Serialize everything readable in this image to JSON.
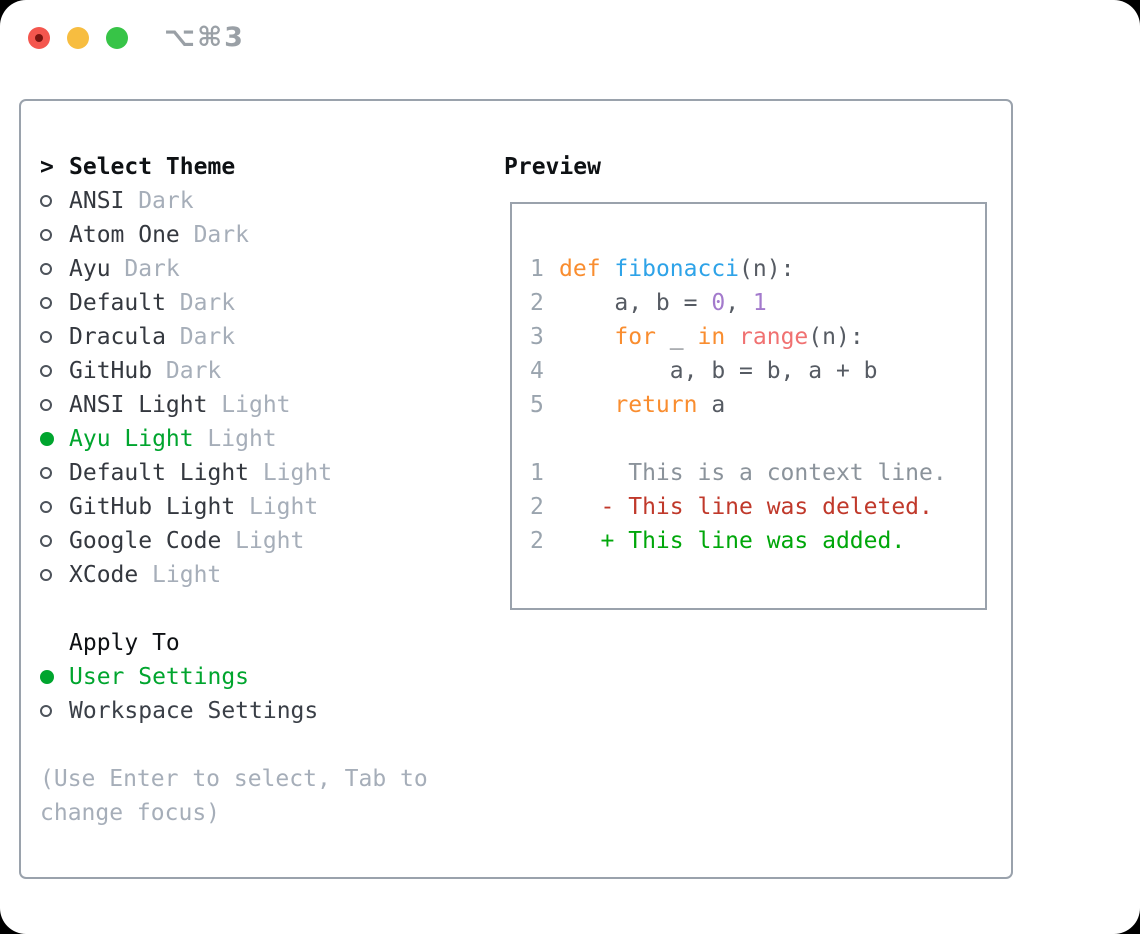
{
  "window": {
    "title": "⌥⌘3"
  },
  "titlebar_buttons": [
    {
      "name": "close",
      "color": "#f4564e",
      "inner_dot": true
    },
    {
      "name": "minimize",
      "color": "#f7bd40",
      "inner_dot": false
    },
    {
      "name": "zoom",
      "color": "#37c447",
      "inner_dot": false
    }
  ],
  "theme_list": {
    "marker": ">",
    "header": "Select Theme",
    "items": [
      {
        "name": "ANSI",
        "variant": "Dark",
        "selected": false
      },
      {
        "name": "Atom One",
        "variant": "Dark",
        "selected": false
      },
      {
        "name": "Ayu",
        "variant": "Dark",
        "selected": false
      },
      {
        "name": "Default",
        "variant": "Dark",
        "selected": false
      },
      {
        "name": "Dracula",
        "variant": "Dark",
        "selected": false
      },
      {
        "name": "GitHub",
        "variant": "Dark",
        "selected": false
      },
      {
        "name": "ANSI Light",
        "variant": "Light",
        "selected": false
      },
      {
        "name": "Ayu Light",
        "variant": "Light",
        "selected": true
      },
      {
        "name": "Default Light",
        "variant": "Light",
        "selected": false
      },
      {
        "name": "GitHub Light",
        "variant": "Light",
        "selected": false
      },
      {
        "name": "Google Code",
        "variant": "Light",
        "selected": false
      },
      {
        "name": "XCode",
        "variant": "Light",
        "selected": false
      }
    ]
  },
  "apply_to": {
    "header": "Apply To",
    "options": [
      {
        "label": "User Settings",
        "selected": true
      },
      {
        "label": "Workspace Settings",
        "selected": false
      }
    ]
  },
  "help_lines": [
    "(Use Enter to select, Tab to",
    "change focus)"
  ],
  "preview": {
    "header": "Preview",
    "lines": [
      {
        "num": "1",
        "tokens": [
          {
            "t": "def",
            "c": "keyword"
          },
          {
            "t": " ",
            "c": "plain"
          },
          {
            "t": "fibonacci",
            "c": "function"
          },
          {
            "t": "(n):",
            "c": "plain"
          }
        ]
      },
      {
        "num": "2",
        "tokens": [
          {
            "t": "    a, b = ",
            "c": "plain"
          },
          {
            "t": "0",
            "c": "number"
          },
          {
            "t": ", ",
            "c": "plain"
          },
          {
            "t": "1",
            "c": "number"
          }
        ]
      },
      {
        "num": "3",
        "tokens": [
          {
            "t": "    ",
            "c": "plain"
          },
          {
            "t": "for",
            "c": "keyword"
          },
          {
            "t": " _ ",
            "c": "plain"
          },
          {
            "t": "in",
            "c": "keyword"
          },
          {
            "t": " ",
            "c": "plain"
          },
          {
            "t": "range",
            "c": "call"
          },
          {
            "t": "(n):",
            "c": "plain"
          }
        ]
      },
      {
        "num": "4",
        "tokens": [
          {
            "t": "        a, b = b, a + b",
            "c": "plain"
          }
        ]
      },
      {
        "num": "5",
        "tokens": [
          {
            "t": "    ",
            "c": "plain"
          },
          {
            "t": "return",
            "c": "keyword"
          },
          {
            "t": " a",
            "c": "plain"
          }
        ]
      },
      {
        "num": "",
        "tokens": []
      },
      {
        "num": "1",
        "tokens": [
          {
            "t": "     This is a context line.",
            "c": "context"
          }
        ]
      },
      {
        "num": "2",
        "tokens": [
          {
            "t": "   ",
            "c": "plain"
          },
          {
            "t": "- This line was deleted.",
            "c": "deleted"
          }
        ]
      },
      {
        "num": "2",
        "tokens": [
          {
            "t": "   ",
            "c": "plain"
          },
          {
            "t": "+ This line was added.",
            "c": "added"
          }
        ]
      }
    ]
  },
  "colors": {
    "keyword": "#f98d2f",
    "function": "#2ea3e8",
    "number": "#a37acc",
    "call": "#f07171",
    "plain": "#565b63",
    "line_number": "#9aa4ae",
    "context": "#8b939b",
    "deleted": "#c0392b",
    "added": "#00a70a",
    "selected_green": "#00a52e",
    "muted": "#a6aeb9",
    "border": "#9aa2ac",
    "title_gray": "#9aa0a6"
  }
}
